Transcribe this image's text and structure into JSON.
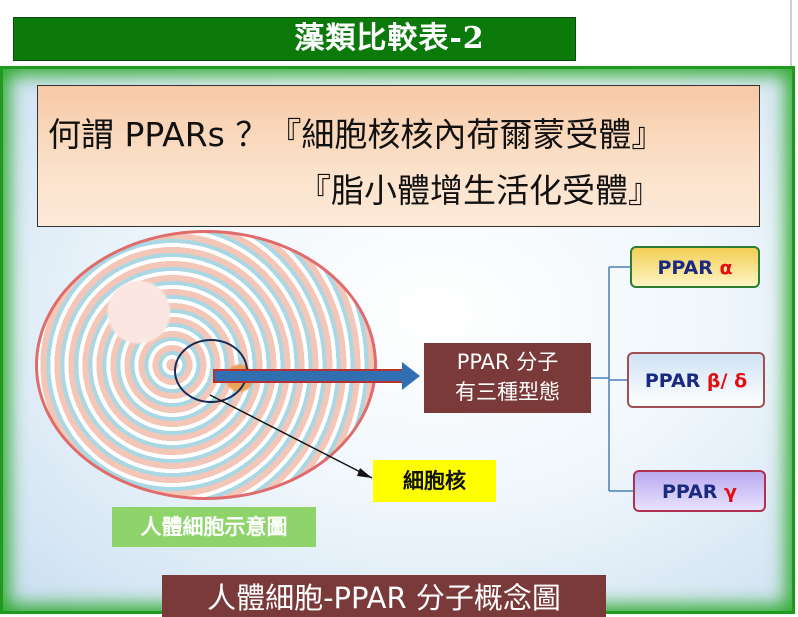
{
  "slide": {
    "title": "藻類比較表-2",
    "header_line1": "何謂 PPARs ？『細胞核核內荷爾蒙受體』",
    "header_line2": "『脂小體增生活化受體』",
    "ppar_box_line1": "PPAR 分子",
    "ppar_box_line2": "有三種型態",
    "nucleus_label": "細胞核",
    "cell_label": "人體細胞示意圖",
    "caption": "人體細胞-PPAR 分子概念圖",
    "types": [
      {
        "prefix": "PPAR ",
        "greek": "α"
      },
      {
        "prefix": "PPAR ",
        "greek": "β/ δ"
      },
      {
        "prefix": "PPAR ",
        "greek": "γ"
      }
    ]
  }
}
